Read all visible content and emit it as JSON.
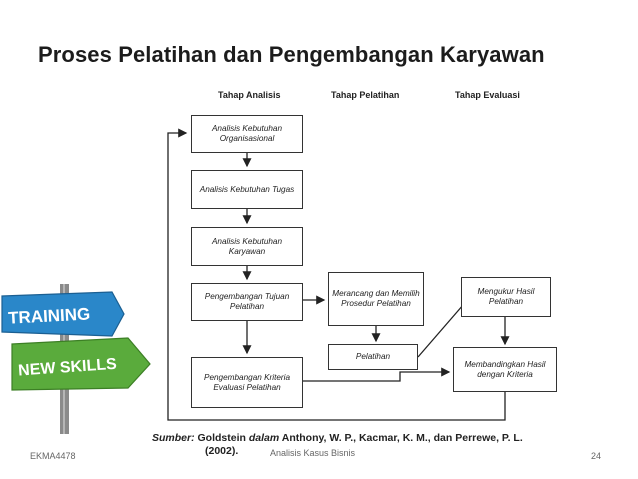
{
  "title": "Proses Pelatihan dan Pengembangan Karyawan",
  "stages": {
    "analisis": "Tahap Analisis",
    "pelatihan": "Tahap Pelatihan",
    "evaluasi": "Tahap Evaluasi"
  },
  "boxes": {
    "organisasional": "Analisis Kebutuhan Organisasional",
    "tugas": "Analisis Kebutuhan Tugas",
    "karyawan": "Analisis Kebutuhan Karyawan",
    "tujuan": "Pengembangan Tujuan Pelatihan",
    "kriteria": "Pengembangan Kriteria Evaluasi Pelatihan",
    "merancang": "Merancang dan Memilih Prosedur Pelatihan",
    "pelatihan": "Pelatihan",
    "mengukur": "Mengukur Hasil Pelatihan",
    "membandingkan": "Membandingkan Hasil dengan Kriteria"
  },
  "source": {
    "label": "Sumber:",
    "author": "Goldstein",
    "dalam": "dalam",
    "rest": "Anthony, W. P., Kacmar, K. M., dan Perrewe, P. L.",
    "year": "(2002)."
  },
  "signpost": {
    "sign1": "TRAINING",
    "sign2": "NEW SKILLS",
    "sign1_color": "#2a87c9",
    "sign2_color": "#5aab3c"
  },
  "footer": {
    "left": "EKMA4478",
    "center": "Analisis Kasus Bisnis",
    "page": "24"
  }
}
